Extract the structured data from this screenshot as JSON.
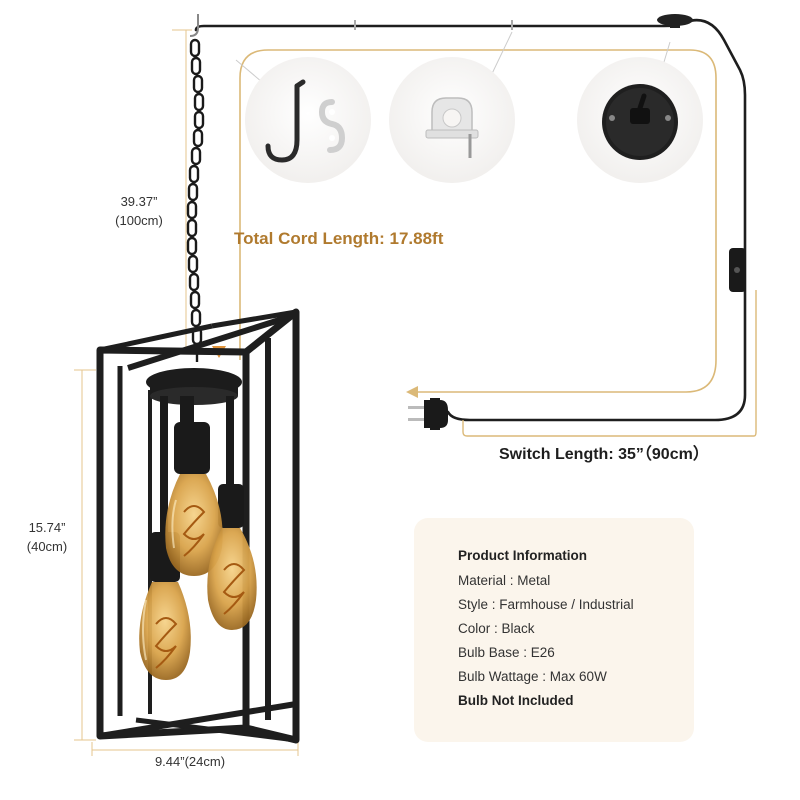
{
  "dimensions": {
    "chain_length": {
      "inch": "39.37”",
      "cm": "(100cm)"
    },
    "lamp_height": {
      "inch": "15.74”",
      "cm": "(40cm)"
    },
    "lamp_width": "9.44”(24cm)"
  },
  "cord": {
    "total_label": "Total Cord Length: 17.88ft",
    "switch_label": "Switch Length: 35”（90cm）"
  },
  "product_info": {
    "title": "Product Information",
    "material": "Material : Metal",
    "style": "Style  : Farmhouse / Industrial",
    "color": "Color : Black",
    "bulb_base": "Bulb Base : E26",
    "bulb_wattage": "Bulb Wattage : Max 60W",
    "bulb_note": "Bulb Not Included"
  },
  "colors": {
    "accent_gold": "#b07a2e",
    "metal_black": "#1e1e1e",
    "card_bg": "#fbf5ec",
    "bulb_amber": "#d9a34a"
  },
  "icons": [
    "hook-icon",
    "cord-clip-icon",
    "ceiling-canopy-icon",
    "inline-switch-icon",
    "plug-icon"
  ]
}
